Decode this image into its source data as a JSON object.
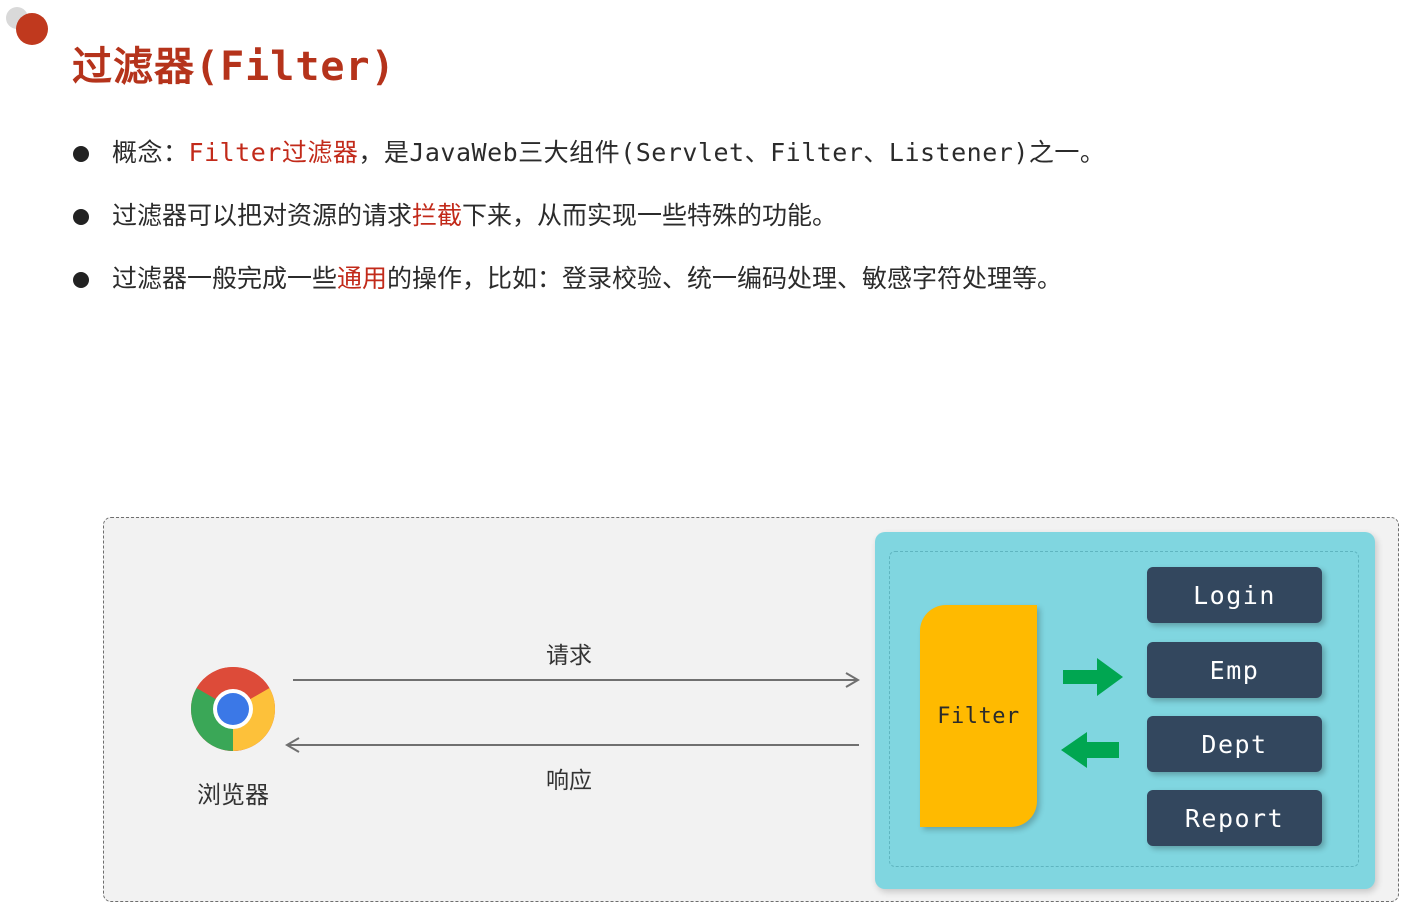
{
  "title": "过滤器(Filter)",
  "bullets": [
    {
      "parts": [
        {
          "text": "概念：",
          "highlight": false
        },
        {
          "text": "Filter过滤器",
          "highlight": true
        },
        {
          "text": "，是JavaWeb三大组件(Servlet、Filter、Listener)之一。",
          "highlight": false
        }
      ]
    },
    {
      "parts": [
        {
          "text": "过滤器可以把对资源的请求",
          "highlight": false
        },
        {
          "text": "拦截",
          "highlight": true
        },
        {
          "text": "下来，从而实现一些特殊的功能。",
          "highlight": false
        }
      ]
    },
    {
      "parts": [
        {
          "text": "过滤器一般完成一些",
          "highlight": false
        },
        {
          "text": "通用",
          "highlight": true
        },
        {
          "text": "的操作，比如：登录校验、统一编码处理、敏感字符处理等。",
          "highlight": false
        }
      ]
    }
  ],
  "diagram": {
    "browser_label": "浏览器",
    "request_label": "请求",
    "response_label": "响应",
    "filter_label": "Filter",
    "resources": [
      "Login",
      "Emp",
      "Dept",
      "Report"
    ]
  },
  "colors": {
    "title": "#b5331b",
    "highlight": "#c22a1a",
    "server_bg": "#80d6e0",
    "filter_bg": "#ffba00",
    "resource_bg": "#33475e",
    "arrow_green": "#00a651",
    "arrow_line": "#707070"
  },
  "icons": [
    "chrome-browser-icon",
    "green-right-arrow-icon",
    "green-left-arrow-icon"
  ]
}
